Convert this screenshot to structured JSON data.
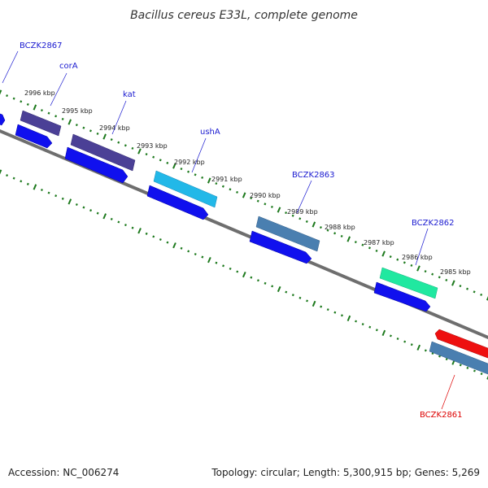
{
  "title": "Bacillus cereus E33L, complete genome",
  "footer": {
    "accession": "Accession: NC_006274",
    "summary": "Topology: circular; Length: 5,300,915 bp; Genes: 5,269"
  },
  "colors": {
    "backbone": "#777777",
    "tick": "#1e7a1e",
    "label_blue": "#1a1ad0",
    "label_red": "#dd0000",
    "cds_strand": "#1010ee"
  },
  "scale_labels": [
    "2996 kbp",
    "2995 kbp",
    "2994 kbp",
    "2993 kbp",
    "2992 kbp",
    "2991 kbp",
    "2990 kbp",
    "2989 kbp",
    "2988 kbp",
    "2987 kbp",
    "2986 kbp",
    "2985 kbp"
  ],
  "features": [
    {
      "label": "BCZK2867",
      "color": "#2a2ae8"
    },
    {
      "label": "corA",
      "color": "#4b4096"
    },
    {
      "label": "kat",
      "color": "#4b4096"
    },
    {
      "label": "ushA",
      "color": "#22b8e8"
    },
    {
      "label": "BCZK2863",
      "color": "#4a7fb0"
    },
    {
      "label": "BCZK2862",
      "color": "#20e8a0"
    },
    {
      "label": "BCZK2861",
      "color": "#ee1010"
    }
  ]
}
